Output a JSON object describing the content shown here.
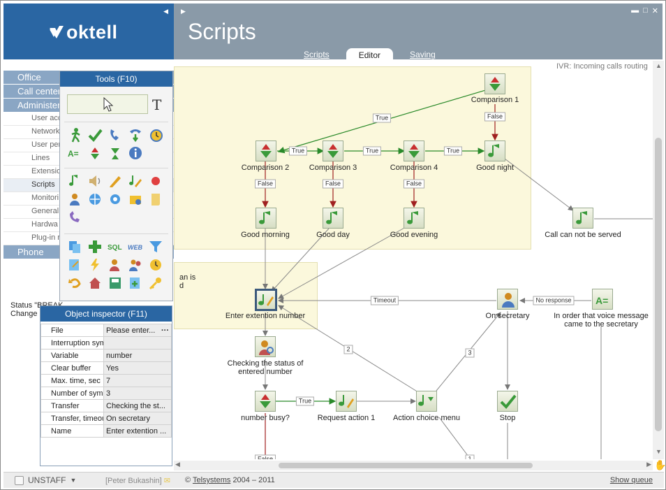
{
  "app": {
    "logo_text": "oktell",
    "page_title": "Scripts",
    "tabs": [
      {
        "label": "Scripts",
        "active": false
      },
      {
        "label": "Editor",
        "active": true
      },
      {
        "label": "Saving",
        "active": false
      }
    ]
  },
  "sidebar": {
    "groups": [
      {
        "label": "Office",
        "items": []
      },
      {
        "label": "Call center",
        "items": []
      },
      {
        "label": "Administer",
        "items": [
          "User acc",
          "Network",
          "User per",
          "Lines",
          "Extensio",
          "Scripts",
          "Monitori",
          "General",
          "Hardwa",
          "Plug-in r"
        ]
      },
      {
        "label": "Phone",
        "items": []
      }
    ],
    "selected_item": "Scripts",
    "status_lines": [
      "Status \"BREAK",
      "Change s"
    ]
  },
  "tools_panel": {
    "title": "Tools (F10)"
  },
  "object_inspector": {
    "title": "Object inspector (F11)",
    "rows": [
      {
        "key": "File",
        "value": "Please enter..."
      },
      {
        "key": "Interruption sym",
        "value": ""
      },
      {
        "key": "Variable",
        "value": "number"
      },
      {
        "key": "Clear buffer",
        "value": "Yes"
      },
      {
        "key": "Max. time, sec",
        "value": "7"
      },
      {
        "key": "Number of symb",
        "value": "3"
      },
      {
        "key": "Transfer",
        "value": "Checking the st..."
      },
      {
        "key": "Transfer, timeou",
        "value": "On secretary"
      },
      {
        "key": "Name",
        "value": "Enter extention ..."
      }
    ]
  },
  "canvas": {
    "script_name": "IVR: Incoming calls routing",
    "region_fragment": [
      "an is",
      "d"
    ],
    "nodes": [
      {
        "id": "comparison1",
        "label": "Comparison 1",
        "color": "#c83030"
      },
      {
        "id": "comparison2",
        "label": "Comparison 2",
        "color": "#c83030"
      },
      {
        "id": "comparison3",
        "label": "Comparison 3",
        "color": "#c83030"
      },
      {
        "id": "comparison4",
        "label": "Comparison 4",
        "color": "#c83030"
      },
      {
        "id": "good_night",
        "label": "Good night",
        "color": "#3a9a3a"
      },
      {
        "id": "good_morning",
        "label": "Good morning",
        "color": "#3a9a3a"
      },
      {
        "id": "good_day",
        "label": "Good day",
        "color": "#3a9a3a"
      },
      {
        "id": "good_evening",
        "label": "Good evening",
        "color": "#3a9a3a"
      },
      {
        "id": "call_not_served",
        "label": "Call can not be served",
        "color": "#3a9a3a"
      },
      {
        "id": "enter_ext",
        "label": "Enter extention number",
        "color": "#3a9a3a"
      },
      {
        "id": "on_secretary",
        "label": "On secretary",
        "color": "#d08a20"
      },
      {
        "id": "voice_msg",
        "label": "In order that voice message came to the secretary",
        "color": "#3a9a3a"
      },
      {
        "id": "checking_status",
        "label": "Checking the status of entered number",
        "color": "#d08a20"
      },
      {
        "id": "number_busy",
        "label": "number busy?",
        "color": "#c83030"
      },
      {
        "id": "request_action",
        "label": "Request action 1",
        "color": "#3a9a3a"
      },
      {
        "id": "action_choice",
        "label": "Action choice menu",
        "color": "#3a9a3a"
      },
      {
        "id": "stop",
        "label": "Stop",
        "color": "#3a9a3a"
      }
    ],
    "edge_labels": {
      "true": "True",
      "false": "False",
      "timeout": "Timeout",
      "no_response": "No response",
      "two": "2",
      "three": "3",
      "one": "1"
    }
  },
  "footer": {
    "status": "UNSTAFF",
    "user": "[Peter Bukashin]",
    "copyright_prefix": "©",
    "copyright_link": "Telsystems",
    "copyright_years": "2004 – 2011",
    "show_queue": "Show queue"
  }
}
